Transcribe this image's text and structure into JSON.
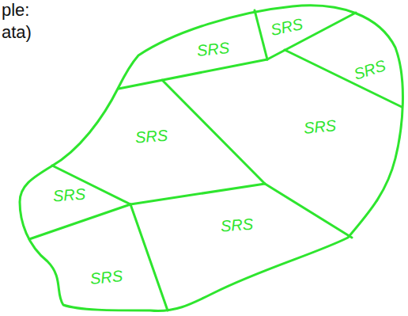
{
  "diagram": {
    "nodes": [
      {
        "text": [
          "SRS"
        ]
      },
      {
        "text": [
          "SRS"
        ]
      },
      {
        "text": [
          "SRS"
        ]
      },
      {
        "text": [
          "SRS"
        ]
      },
      {
        "text": [
          "SRS"
        ]
      },
      {
        "text": [
          "SRS"
        ]
      },
      {
        "text": [
          "SRS"
        ]
      },
      {
        "text": [
          "SRS"
        ]
      }
    ],
    "labels": [
      "ple:",
      "ata)"
    ]
  }
}
